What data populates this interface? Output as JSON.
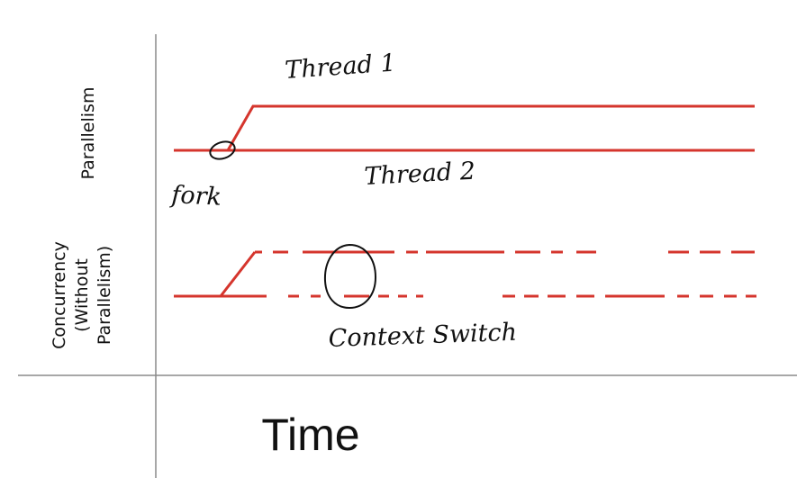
{
  "diagram": {
    "row_labels": {
      "top": "Parallelism",
      "bottom": [
        "Concurrency",
        "(Without",
        "Parallelism)"
      ]
    },
    "annotations": {
      "thread1": "Thread 1",
      "thread2": "Thread 2",
      "fork": "fork",
      "context_switch": "Context Switch"
    },
    "x_axis_label": "Time",
    "colors": {
      "thread_line": "#d5352d",
      "grid_line": "#8a8a8a",
      "ink": "#111111"
    }
  }
}
